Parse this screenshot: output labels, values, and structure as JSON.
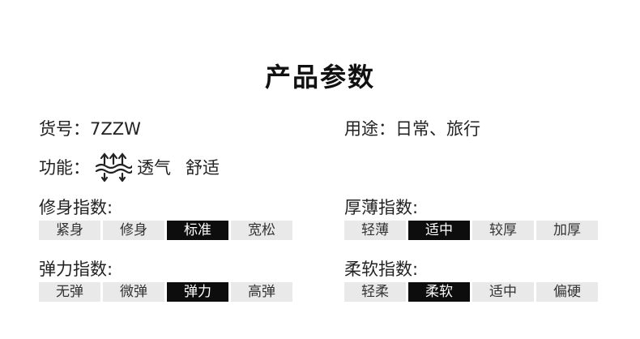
{
  "title": "产品参数",
  "item_no": {
    "label": "货号：",
    "value": "7ZZW"
  },
  "usage": {
    "label": "用途：",
    "value": "日常、旅行"
  },
  "function": {
    "label": "功能：",
    "icon": "breathable-arrows-icon",
    "features": [
      "透气",
      "舒适"
    ]
  },
  "fit": {
    "label": "修身指数:",
    "options": [
      "紧身",
      "修身",
      "标准",
      "宽松"
    ],
    "selected_index": 2
  },
  "thickness": {
    "label": "厚薄指数:",
    "options": [
      "轻薄",
      "适中",
      "较厚",
      "加厚"
    ],
    "selected_index": 1
  },
  "elasticity": {
    "label": "弹力指数:",
    "options": [
      "无弹",
      "微弹",
      "弹力",
      "高弹"
    ],
    "selected_index": 2
  },
  "softness": {
    "label": "柔软指数:",
    "options": [
      "轻柔",
      "柔软",
      "适中",
      "偏硬"
    ],
    "selected_index": 1
  },
  "colors": {
    "selected": "#0d0d0d",
    "unselected": "#e9e9e9"
  }
}
